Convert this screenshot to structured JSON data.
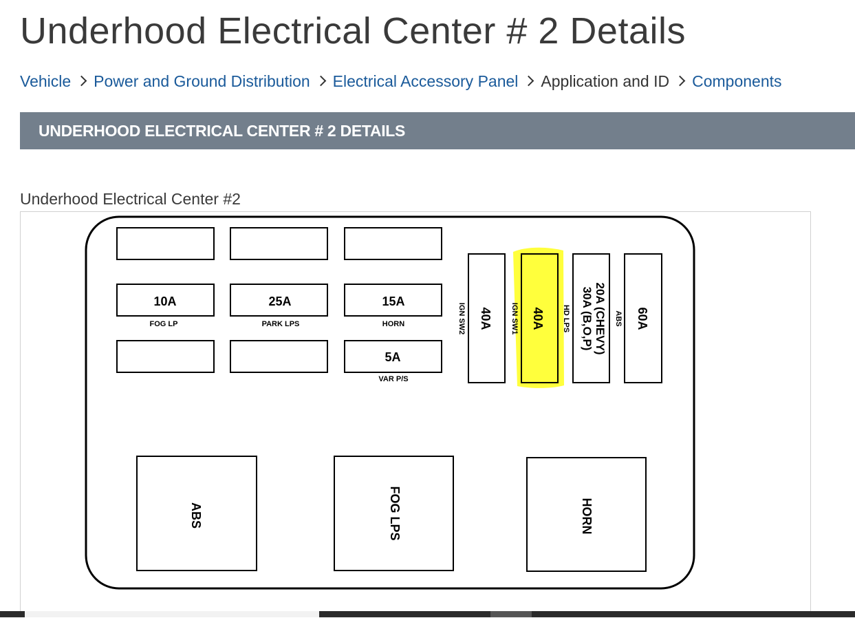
{
  "page": {
    "title": "Underhood Electrical Center # 2 Details"
  },
  "breadcrumb": [
    {
      "label": "Vehicle",
      "link": true
    },
    {
      "label": "Power and Ground Distribution",
      "link": true
    },
    {
      "label": "Electrical Accessory Panel",
      "link": true
    },
    {
      "label": "Application and ID",
      "link": false
    },
    {
      "label": "Components",
      "link": true
    }
  ],
  "section": {
    "header": "UNDERHOOD ELECTRICAL CENTER # 2 DETAILS"
  },
  "diagram": {
    "caption": "Underhood Electrical Center #2",
    "small_fuses": [
      {
        "rating": "",
        "label": ""
      },
      {
        "rating": "",
        "label": ""
      },
      {
        "rating": "",
        "label": ""
      },
      {
        "rating": "10A",
        "label": "FOG LP"
      },
      {
        "rating": "25A",
        "label": "PARK LPS"
      },
      {
        "rating": "15A",
        "label": "HORN"
      },
      {
        "rating": "",
        "label": ""
      },
      {
        "rating": "",
        "label": ""
      },
      {
        "rating": "5A",
        "label": "VAR P/S"
      }
    ],
    "maxi_fuses": [
      {
        "rating": "40A",
        "label": "IGN SW2",
        "highlighted": false
      },
      {
        "rating": "40A",
        "label": "IGN SW1",
        "highlighted": true
      },
      {
        "rating": "20A (CHEVY)",
        "rating2": "30A (B,O,P)",
        "label": "HD LPS",
        "highlighted": false
      },
      {
        "rating": "60A",
        "label": "ABS",
        "highlighted": false
      }
    ],
    "relays": [
      {
        "label": "ABS"
      },
      {
        "label": "FOG LPS"
      },
      {
        "label": "HORN"
      }
    ],
    "highlight_color": "#ffff3c"
  }
}
